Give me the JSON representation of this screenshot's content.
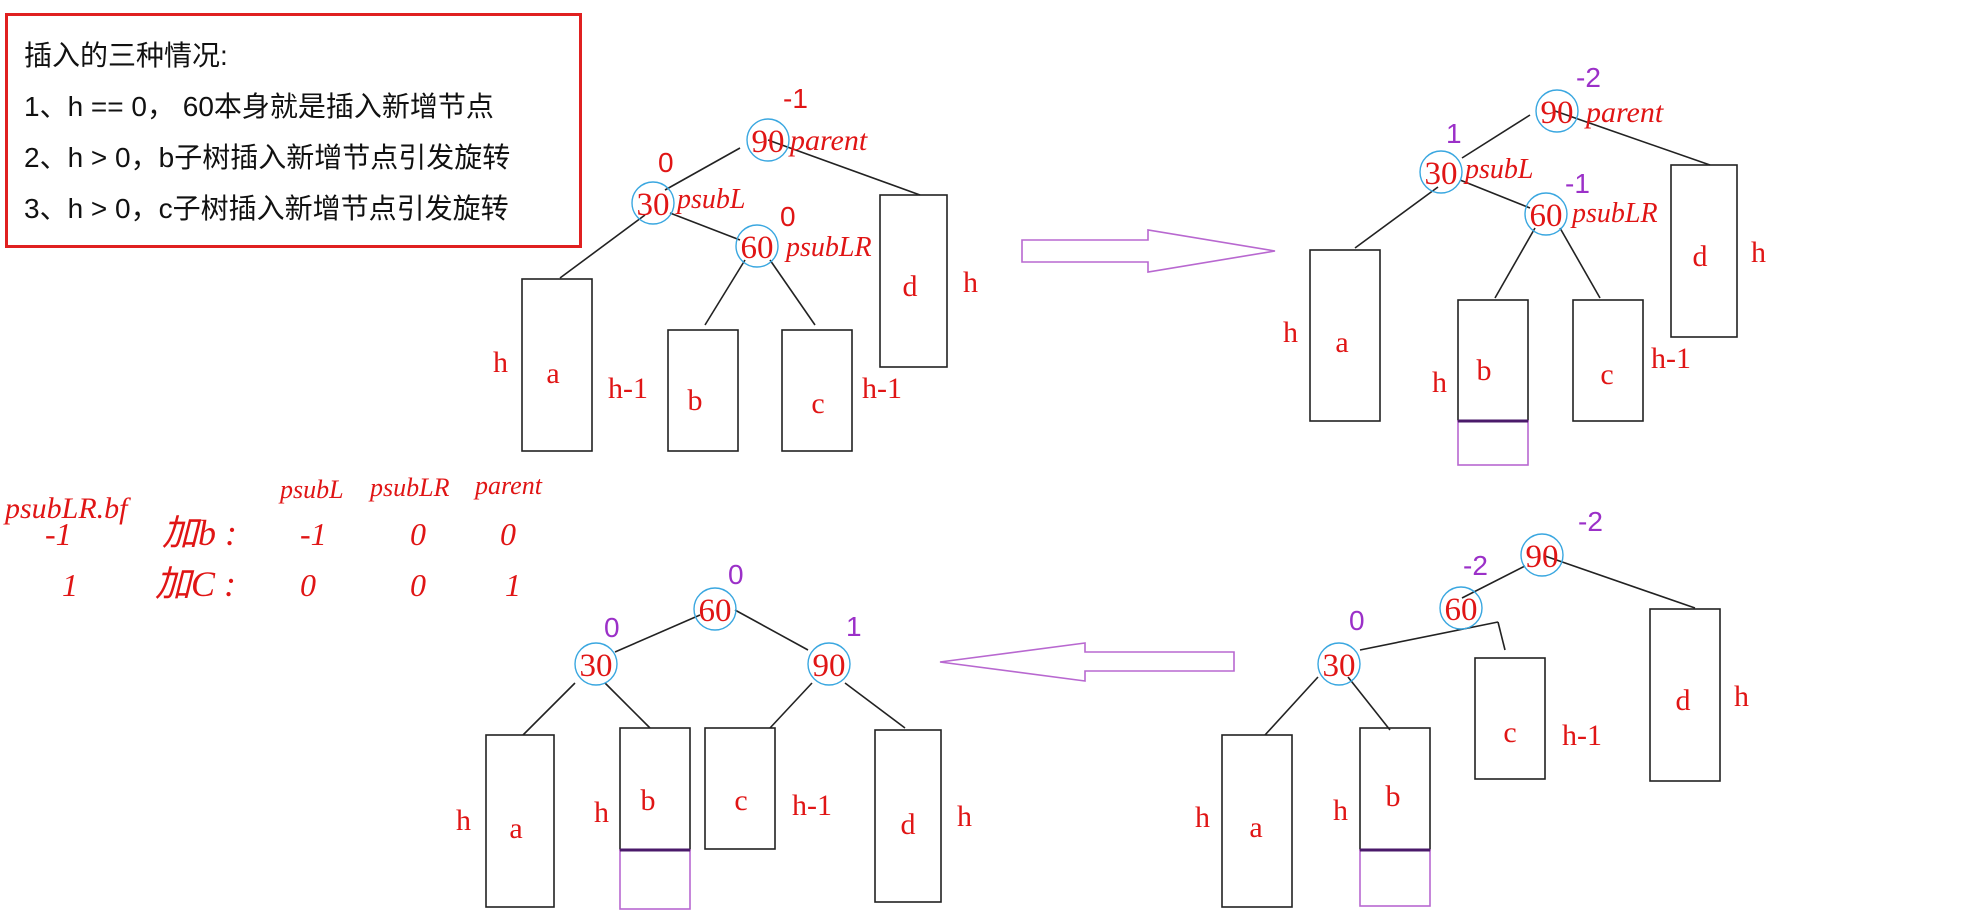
{
  "note": {
    "title": "插入的三种情况:",
    "lines": [
      "1、h == 0， 60本身就是插入新增节点",
      "2、h > 0，b子树插入新增节点引发旋转",
      "3、h > 0，c子树插入新增节点引发旋转"
    ]
  },
  "colors": {
    "red": "#e01515",
    "purple": "#9b30c8",
    "node_ring": "#3aa7e0"
  },
  "diagram1": {
    "nodes": [
      "90",
      "30",
      "60"
    ],
    "node_tags": [
      "parent",
      "psubL",
      "psubLR"
    ],
    "bfs": [
      "-1",
      "0",
      "0"
    ],
    "subtrees": [
      "a",
      "b",
      "c",
      "d"
    ],
    "heights": [
      "h",
      "h-1",
      "h-1",
      "h"
    ]
  },
  "diagram2": {
    "nodes": [
      "90",
      "30",
      "60"
    ],
    "node_tags": [
      "parent",
      "psubL",
      "psubLR"
    ],
    "bfs": [
      "-2",
      "1",
      "-1"
    ],
    "subtrees": [
      "a",
      "b",
      "c",
      "d"
    ],
    "heights": [
      "h",
      "h",
      "h-1",
      "h"
    ]
  },
  "diagram3": {
    "nodes": [
      "90",
      "60",
      "30"
    ],
    "bfs": [
      "-2",
      "-2",
      "0"
    ],
    "subtrees": [
      "a",
      "b",
      "c",
      "d"
    ],
    "heights": [
      "h",
      "h",
      "h-1",
      "h"
    ]
  },
  "diagram4": {
    "nodes": [
      "60",
      "30",
      "90"
    ],
    "bfs": [
      "0",
      "0",
      "1"
    ],
    "subtrees": [
      "a",
      "b",
      "c",
      "d"
    ],
    "heights": [
      "h",
      "h",
      "h-1",
      "h"
    ]
  },
  "table": {
    "header_left": "psubLR.bf",
    "headers": [
      "psubL",
      "psubLR",
      "parent"
    ],
    "rows": [
      {
        "bf": "-1",
        "label": "加b :",
        "vals": [
          "-1",
          "0",
          "0"
        ]
      },
      {
        "bf": "1",
        "label": "加C :",
        "vals": [
          "0",
          "0",
          "1"
        ]
      }
    ]
  }
}
